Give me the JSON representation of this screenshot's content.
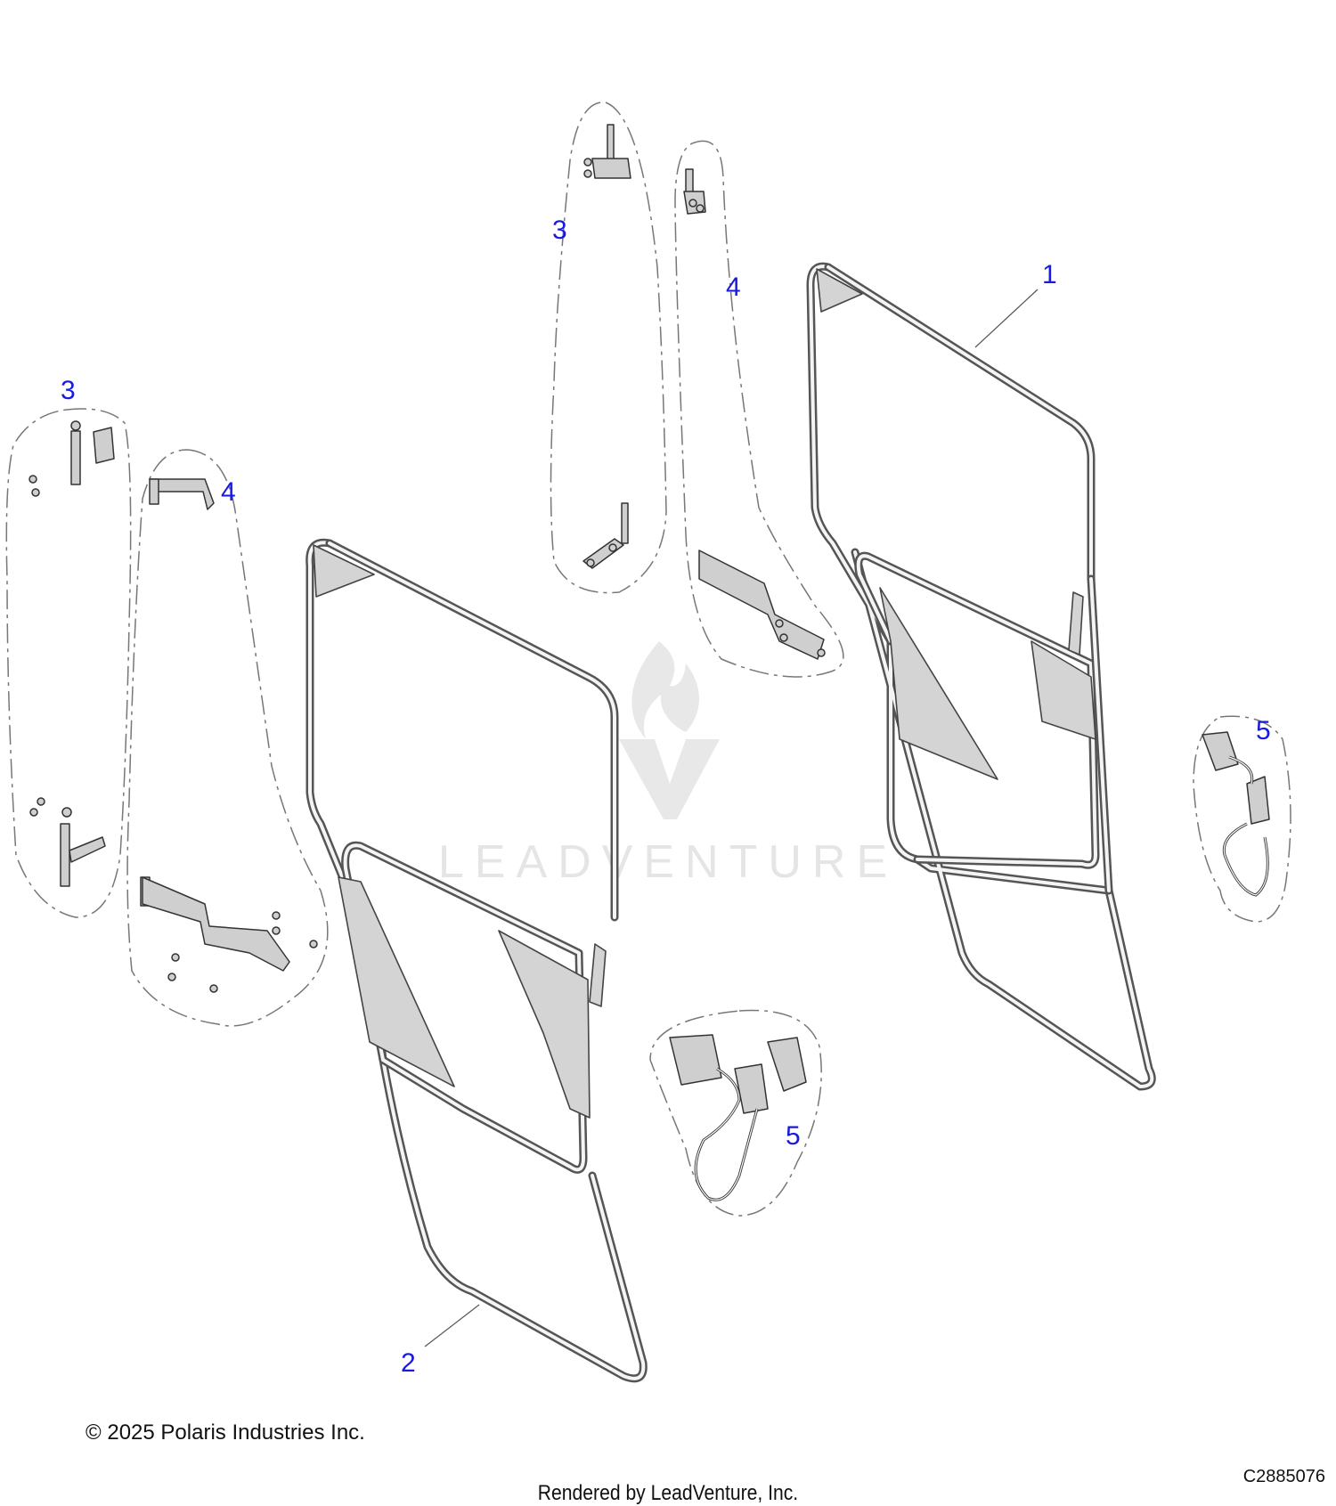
{
  "callouts": [
    {
      "number": "1",
      "part": "door-frame-right"
    },
    {
      "number": "2",
      "part": "door-frame-left"
    },
    {
      "number": "3",
      "part": "hinge-kit-upper"
    },
    {
      "number": "3",
      "part": "hinge-kit-left"
    },
    {
      "number": "4",
      "part": "hinge-bracket-upper"
    },
    {
      "number": "4",
      "part": "hinge-bracket-left"
    },
    {
      "number": "5",
      "part": "latch-assembly-right"
    },
    {
      "number": "5",
      "part": "latch-assembly-center"
    }
  ],
  "watermark": {
    "text": "LEADVENTURE"
  },
  "footer": {
    "copyright": "© 2025 Polaris Industries Inc.",
    "rendered_by": "Rendered by LeadVenture, Inc.",
    "diagram_code": "C2885076"
  },
  "colors": {
    "callout": "#1a1adc",
    "line": "#555555",
    "plate": "#d4d4d4",
    "watermark": "#e3e3e3"
  }
}
